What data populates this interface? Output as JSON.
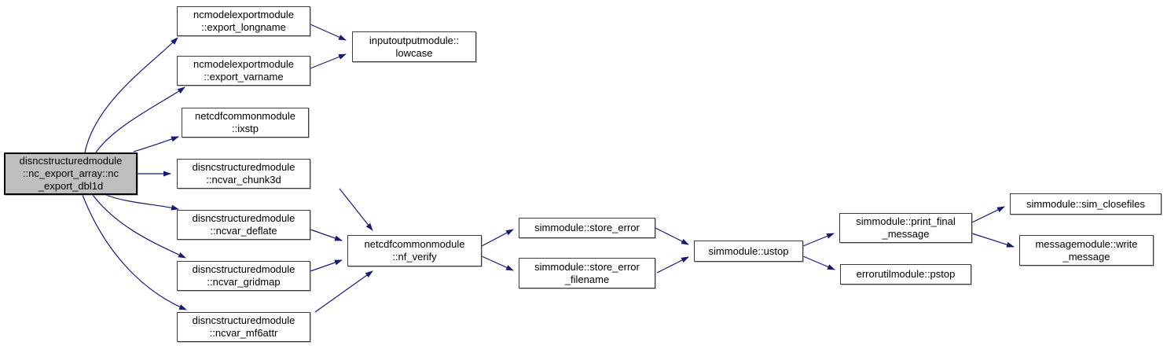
{
  "diagram": {
    "kind": "doxygen-call-graph",
    "colors": {
      "edge": "#191970",
      "node_border": "#3d3d3d",
      "node_fill": "#ffffff",
      "highlight_fill": "#bfbfbf",
      "highlight_border": "#000000",
      "text": "#000000",
      "background": "#ffffff"
    },
    "nodes": [
      {
        "id": "nc_export_dbl1d",
        "label": "disncstructuredmodule\n::nc_export_array::nc\n_export_dbl1d",
        "highlighted": true
      },
      {
        "id": "export_longname",
        "label": "ncmodelexportmodule\n::export_longname"
      },
      {
        "id": "export_varname",
        "label": "ncmodelexportmodule\n::export_varname"
      },
      {
        "id": "lowcase",
        "label": "inputoutputmodule::\nlowcase"
      },
      {
        "id": "ixstp",
        "label": "netcdfcommonmodule\n::ixstp"
      },
      {
        "id": "ncvar_chunk3d",
        "label": "disncstructuredmodule\n::ncvar_chunk3d"
      },
      {
        "id": "ncvar_deflate",
        "label": "disncstructuredmodule\n::ncvar_deflate"
      },
      {
        "id": "ncvar_gridmap",
        "label": "disncstructuredmodule\n::ncvar_gridmap"
      },
      {
        "id": "ncvar_mf6attr",
        "label": "disncstructuredmodule\n::ncvar_mf6attr"
      },
      {
        "id": "nf_verify",
        "label": "netcdfcommonmodule\n::nf_verify"
      },
      {
        "id": "store_error",
        "label": "simmodule::store_error"
      },
      {
        "id": "store_error_filename",
        "label": "simmodule::store_error\n_filename"
      },
      {
        "id": "ustop",
        "label": "simmodule::ustop"
      },
      {
        "id": "print_final_message",
        "label": "simmodule::print_final\n_message"
      },
      {
        "id": "pstop",
        "label": "errorutilmodule::pstop"
      },
      {
        "id": "sim_closefiles",
        "label": "simmodule::sim_closefiles"
      },
      {
        "id": "write_message",
        "label": "messagemodule::write\n_message"
      }
    ],
    "edges": [
      {
        "from": "nc_export_dbl1d",
        "to": "export_longname"
      },
      {
        "from": "nc_export_dbl1d",
        "to": "export_varname"
      },
      {
        "from": "nc_export_dbl1d",
        "to": "ixstp"
      },
      {
        "from": "nc_export_dbl1d",
        "to": "ncvar_chunk3d"
      },
      {
        "from": "nc_export_dbl1d",
        "to": "ncvar_deflate"
      },
      {
        "from": "nc_export_dbl1d",
        "to": "ncvar_gridmap"
      },
      {
        "from": "nc_export_dbl1d",
        "to": "ncvar_mf6attr"
      },
      {
        "from": "export_longname",
        "to": "lowcase"
      },
      {
        "from": "export_varname",
        "to": "lowcase"
      },
      {
        "from": "ncvar_chunk3d",
        "to": "nf_verify"
      },
      {
        "from": "ncvar_deflate",
        "to": "nf_verify"
      },
      {
        "from": "ncvar_gridmap",
        "to": "nf_verify"
      },
      {
        "from": "ncvar_mf6attr",
        "to": "nf_verify"
      },
      {
        "from": "nf_verify",
        "to": "store_error"
      },
      {
        "from": "nf_verify",
        "to": "store_error_filename"
      },
      {
        "from": "store_error",
        "to": "ustop"
      },
      {
        "from": "store_error_filename",
        "to": "ustop"
      },
      {
        "from": "ustop",
        "to": "print_final_message"
      },
      {
        "from": "ustop",
        "to": "pstop"
      },
      {
        "from": "print_final_message",
        "to": "sim_closefiles"
      },
      {
        "from": "print_final_message",
        "to": "write_message"
      }
    ]
  }
}
